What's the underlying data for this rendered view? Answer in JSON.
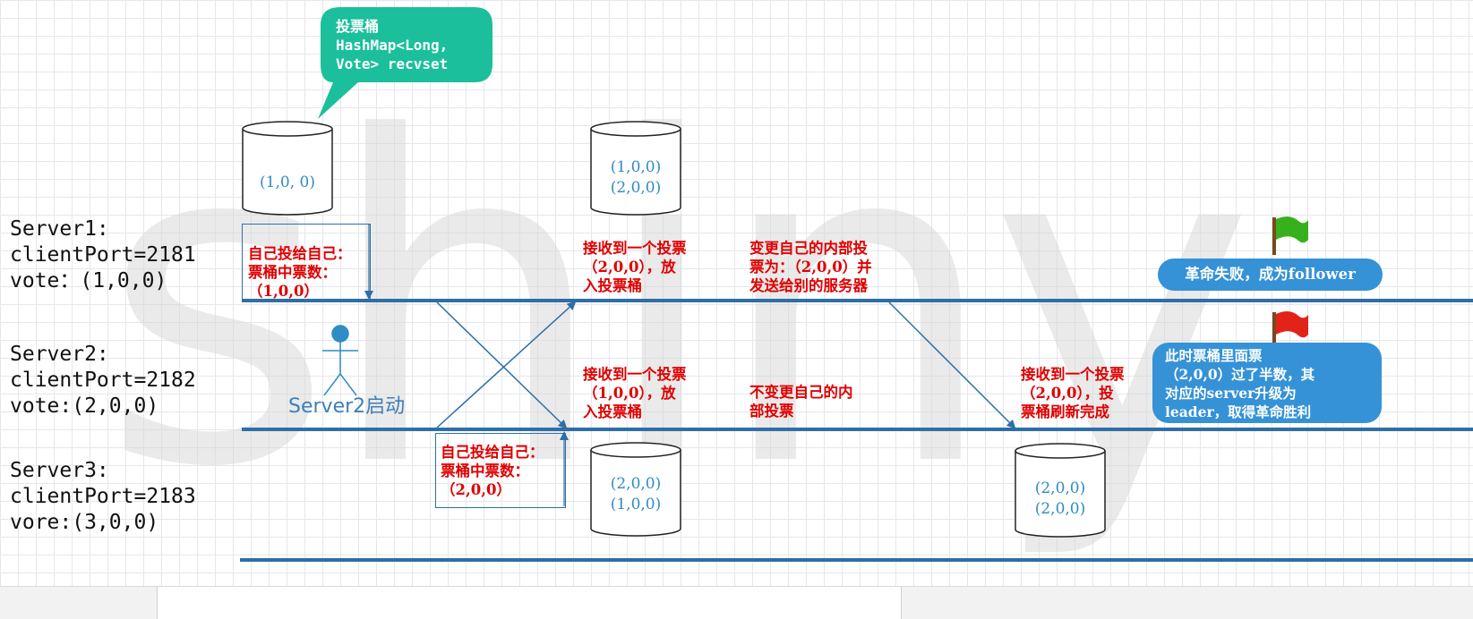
{
  "watermark": "shiny",
  "servers": [
    {
      "line1": "Server1:",
      "line2": "clientPort=2181",
      "line3": "vote：(1,0,0)"
    },
    {
      "line1": "Server2:",
      "line2": "clientPort=2182",
      "line3": "vote:(2,0,0)"
    },
    {
      "line1": "Server3:",
      "line2": "clientPort=2183",
      "line3": "vore:(3,0,0)"
    }
  ],
  "callout": {
    "line1": "投票桶",
    "line2": "HashMap<Long,",
    "line3": "Vote> recvset",
    "color": "#1bbf9b"
  },
  "buckets": [
    {
      "lines": [
        "(1,0, 0)"
      ]
    },
    {
      "lines": [
        "(1,0,0)",
        "(2,0,0)"
      ]
    },
    {
      "lines": [
        "(2,0,0)",
        "(1,0,0)"
      ]
    },
    {
      "lines": [
        "(2,0,0)",
        "(2,0,0)"
      ]
    }
  ],
  "notes": {
    "self_vote_s1": [
      "自己投给自己：",
      "票桶中票数：",
      "（1,0,0）"
    ],
    "receive_s1": [
      "接收到一个投票",
      "（2,0,0），放",
      "入投票桶"
    ],
    "change_s1": [
      "变更自己的内部投",
      "票为：（2,0,0）并",
      "发送给别的服务器"
    ],
    "receive_s2": [
      "接收到一个投票",
      "（1,0,0），放",
      "入投票桶"
    ],
    "nochange_s2": [
      "不变更自己的内",
      "部投票"
    ],
    "refresh_s2": [
      "接收到一个投票",
      "（2,0,0），投",
      "票桶刷新完成"
    ],
    "self_vote_s2": [
      "自己投给自己：",
      "票桶中票数：",
      "（2,0,0）"
    ]
  },
  "actor_label": "Server2启动",
  "results": {
    "follower": "革命失败，成为follower",
    "leader": [
      "此时票桶里面票",
      "（2,0,0）过了半数，其",
      "对应的server升级为",
      "leader，取得革命胜利"
    ]
  },
  "colors": {
    "timeline": "#2e6ea6",
    "note_text": "#e00000",
    "pill": "#3592d6",
    "flag_green": "#36b11d",
    "flag_red": "#e2231a"
  }
}
